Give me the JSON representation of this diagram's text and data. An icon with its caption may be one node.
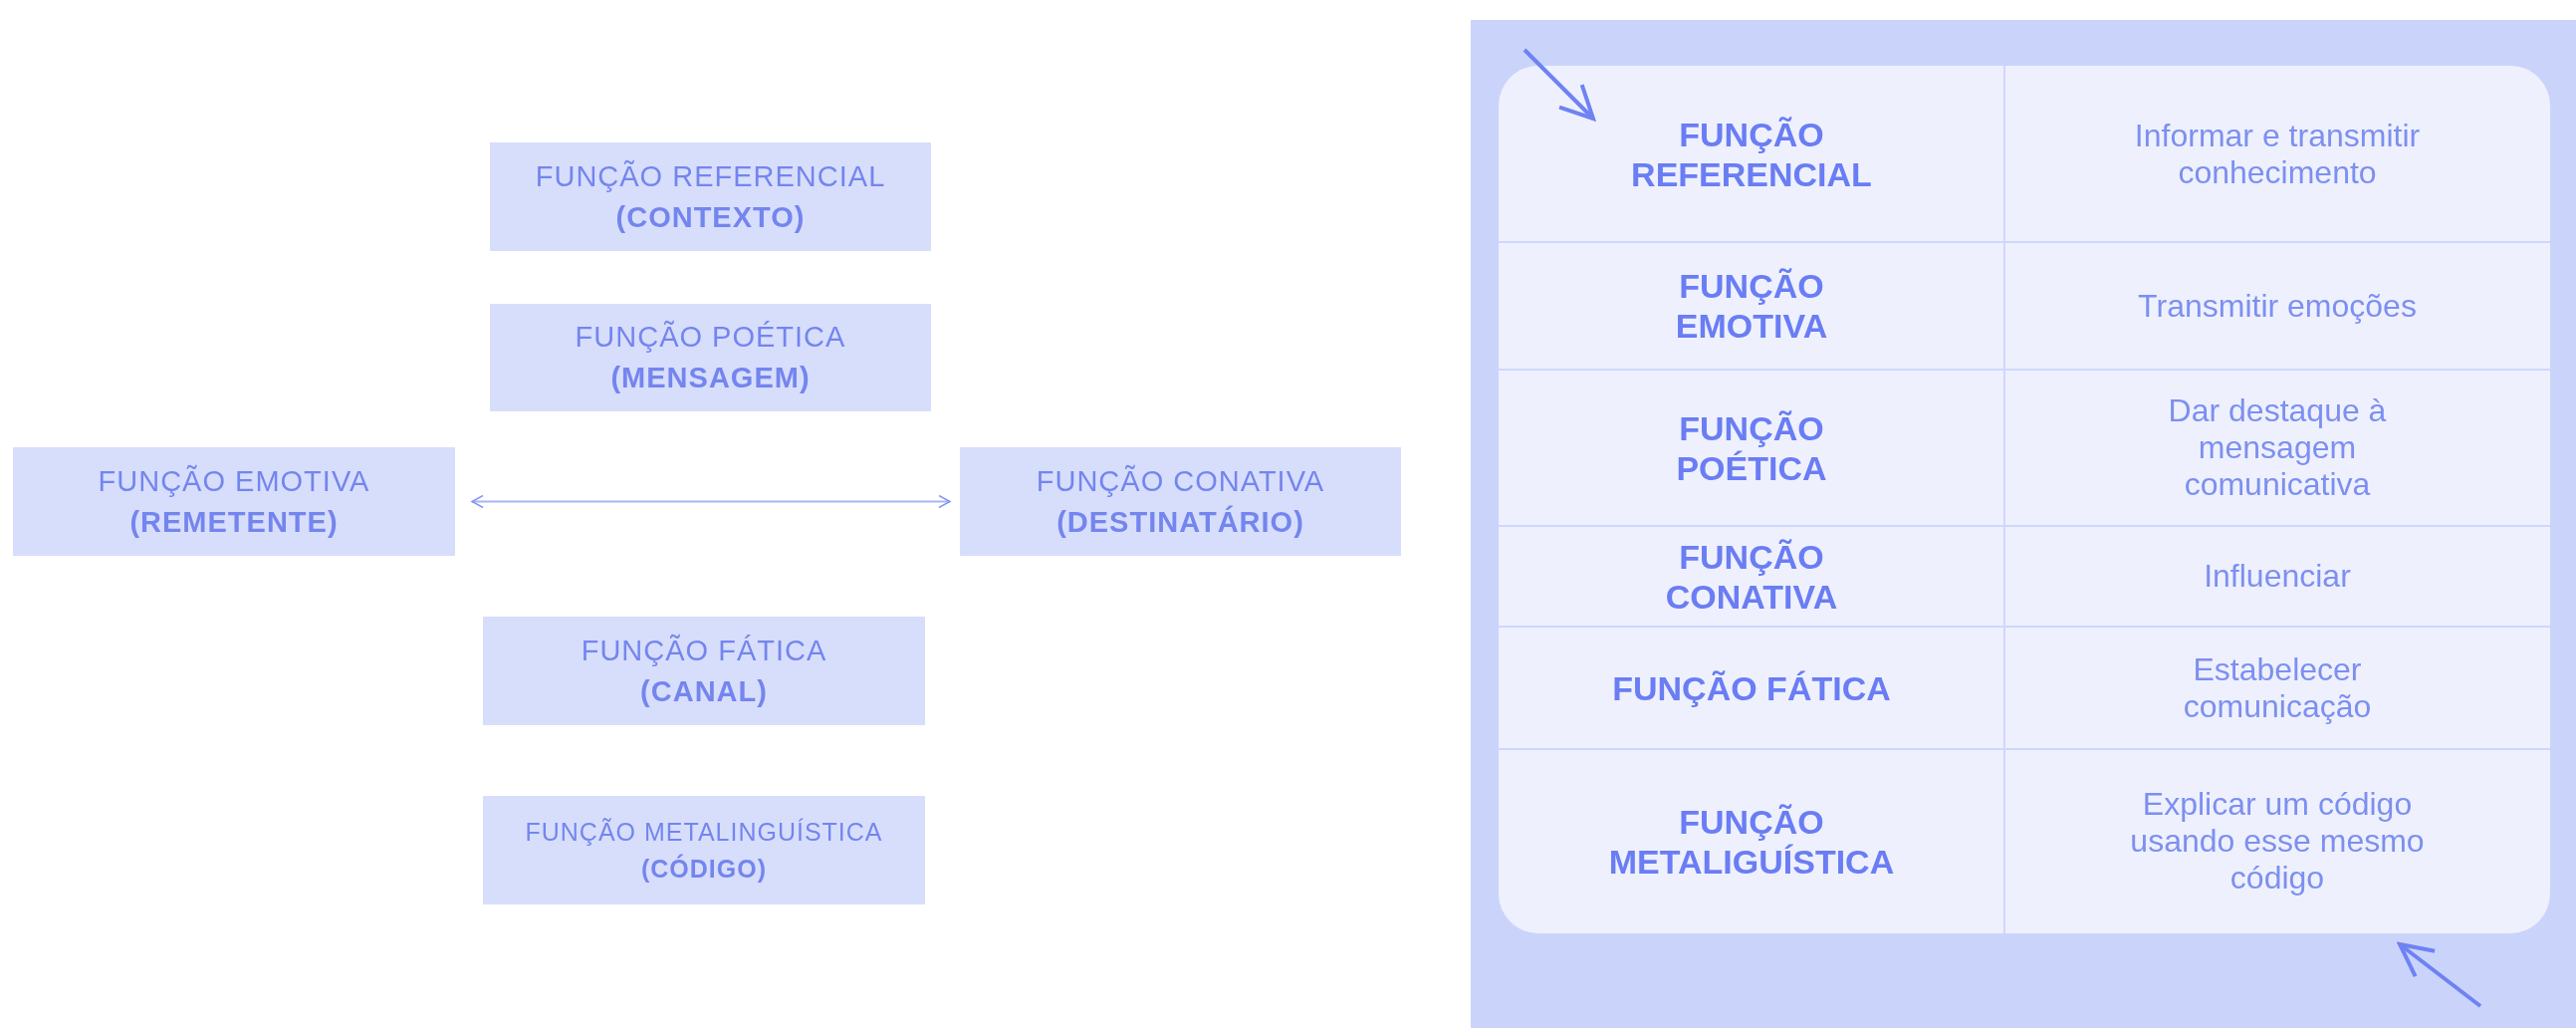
{
  "diagram": {
    "nodes": [
      {
        "text": [
          "FUNÇÃO REFERENCIAL",
          "(CONTEXTO)"
        ]
      },
      {
        "text": [
          "FUNÇÃO POÉTICA",
          "(MENSAGEM)"
        ]
      },
      {
        "text": [
          "FUNÇÃO EMOTIVA",
          "(REMETENTE)"
        ]
      },
      {
        "text": [
          "FUNÇÃO CONATIVA",
          "(DESTINATÁRIO)"
        ]
      },
      {
        "text": [
          "FUNÇÃO FÁTICA",
          "(CANAL)"
        ]
      },
      {
        "text": [
          "FUNÇÃO METALINGUÍSTICA",
          "(CÓDIGO)"
        ]
      },
      {
        "text": [],
        "shape": "box"
      }
    ],
    "edges": [
      {
        "from": 2,
        "to": 3,
        "arrow": "both"
      },
      {
        "from": null,
        "to": 6,
        "arrow": "to"
      },
      {
        "from": null,
        "to": 6,
        "arrow": "to"
      }
    ],
    "labels": [
      "FUNÇÃO REFERENCIAL",
      "Informar e transmitir conhecimento",
      "FUNÇÃO EMOTIVA",
      "Transmitir emoções",
      "FUNÇÃO POÉTICA",
      "Dar destaque à mensagem comunicativa",
      "FUNÇÃO CONATIVA",
      "Influenciar",
      "FUNÇÃO FÁTICA",
      "Estabelecer comunicação",
      "FUNÇÃO METALIGUÍSTICA",
      "Explicar um código usando esse mesmo código"
    ]
  }
}
